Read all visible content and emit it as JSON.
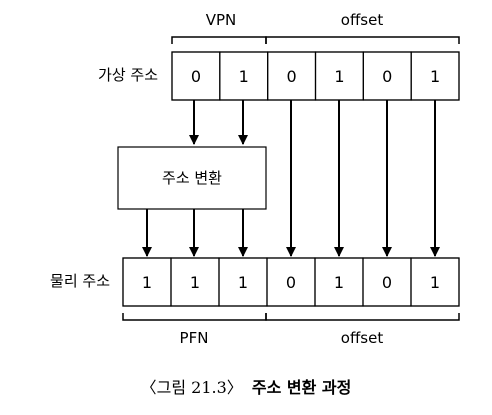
{
  "labels": {
    "vpn": "VPN",
    "offset_top": "offset",
    "virtual_address": "가상 주소",
    "translation": "주소 변환",
    "physical_address": "물리 주소",
    "pfn": "PFN",
    "offset_bottom": "offset"
  },
  "virtual_bits": [
    "0",
    "1",
    "0",
    "1",
    "0",
    "1"
  ],
  "physical_bits": [
    "1",
    "1",
    "1",
    "0",
    "1",
    "0",
    "1"
  ],
  "caption": {
    "prefix": "〈그림 21.3〉",
    "title": "주소 변환 과정"
  }
}
